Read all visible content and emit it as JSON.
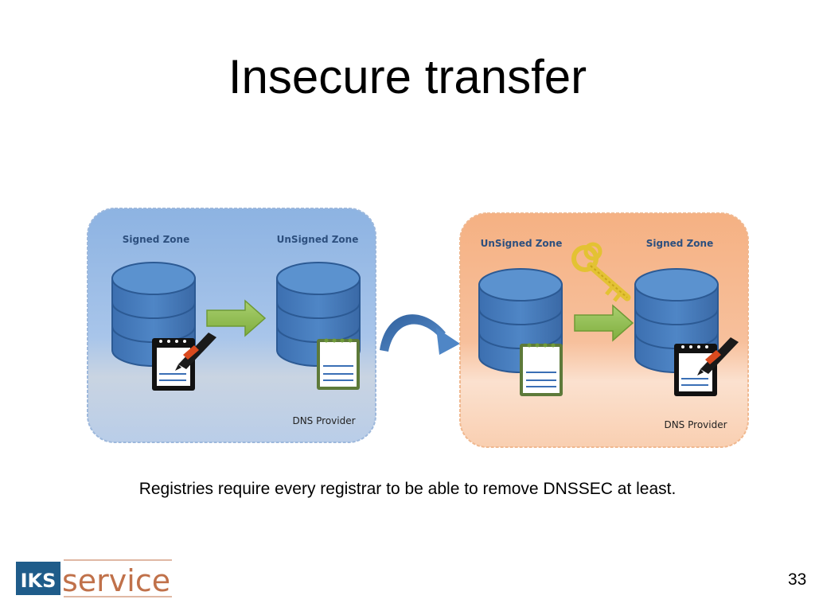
{
  "slide": {
    "title": "Insecure transfer",
    "caption": "Registries require every registrar to be able to remove DNSSEC at least.",
    "page_number": "33"
  },
  "diagram": {
    "left_panel": {
      "zone_left_label": "Signed Zone",
      "zone_right_label": "UnSigned Zone",
      "provider_label": "DNS Provider",
      "color": "#8fb4e3"
    },
    "right_panel": {
      "zone_left_label": "UnSigned Zone",
      "zone_right_label": "Signed Zone",
      "provider_label": "DNS Provider",
      "color": "#f6b48a"
    },
    "key_icon": "golden-key-icon",
    "transfer_icon": "curved-arrow-icon"
  },
  "logo": {
    "mark": "IKS",
    "word": "service",
    "mark_color": "#1f5c8a",
    "word_color": "#c0714a"
  }
}
